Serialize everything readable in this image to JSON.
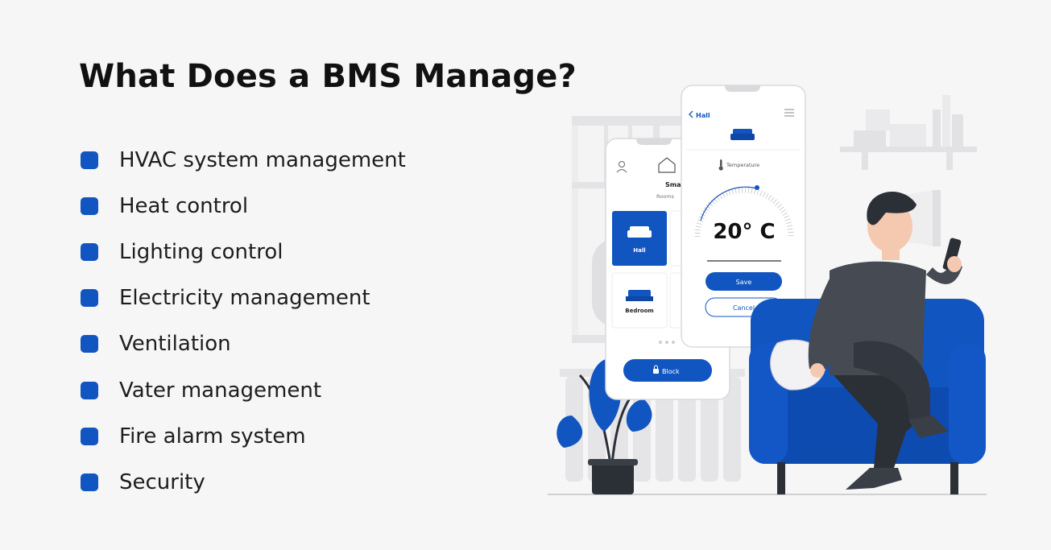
{
  "page": {
    "title": "What Does a BMS Manage?",
    "items": [
      {
        "label": "HVAC system management"
      },
      {
        "label": "Heat control"
      },
      {
        "label": "Lighting control"
      },
      {
        "label": "Electricity management"
      },
      {
        "label": "Ventilation"
      },
      {
        "label": "Vater management"
      },
      {
        "label": "Fire alarm system"
      },
      {
        "label": "Security"
      }
    ]
  },
  "phone_left": {
    "app_name": "Smart Home",
    "section_label": "Rooms",
    "room_hall": "Hall",
    "room_bedroom": "Bedroom",
    "block_button": "Block"
  },
  "phone_right": {
    "back_label": "Hall",
    "sensor_label": "Temperature",
    "temperature": "20° C",
    "save_button": "Save",
    "cancel_button": "Cancel"
  },
  "colors": {
    "accent": "#1155c0",
    "text": "#1d1d1d",
    "background": "#f6f6f7"
  },
  "icons": [
    "user-icon",
    "home-icon",
    "sofa-icon",
    "bed-icon",
    "lock-icon",
    "back-chevron-icon",
    "menu-icon",
    "thermometer-icon"
  ]
}
